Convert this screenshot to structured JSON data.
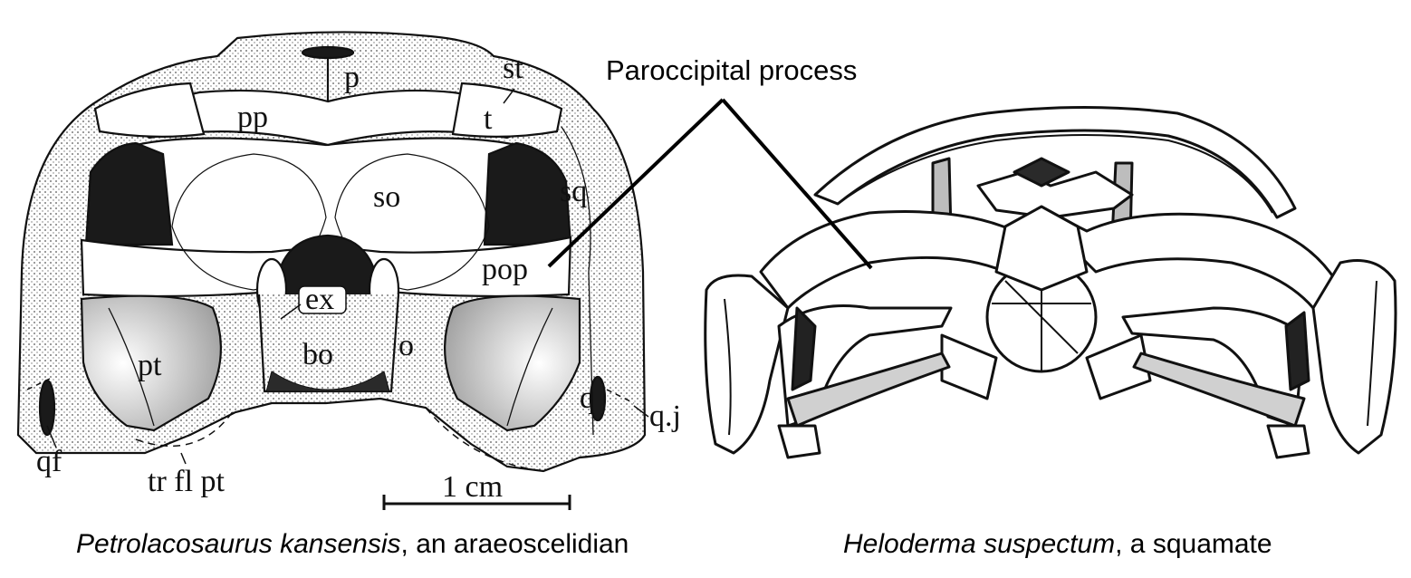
{
  "left_specimen": {
    "labels": {
      "p": "p",
      "st": "st",
      "pp": "pp",
      "t": "t",
      "so": "so",
      "sq": "sq",
      "pop": "pop",
      "ex": "ex",
      "bo": "bo",
      "o": "o",
      "pt": "pt",
      "q": "q",
      "qj": "q.j",
      "qf": "qf",
      "trflpt": "tr fl pt"
    },
    "scale_bar_label": "1 cm",
    "caption": {
      "species": "Petrolacosaurus kansensis",
      "rest": ", an araeoscelidian"
    }
  },
  "right_specimen": {
    "caption": {
      "species": "Heloderma suspectum",
      "rest": ", a squamate"
    }
  },
  "callout": {
    "label": "Paroccipital process"
  },
  "colors": {
    "ink": "#111111",
    "dark_fill": "#1a1a1a",
    "bone_fill": "#ffffff",
    "shade": "#8a8a8a",
    "light_shade": "#d9d9d9"
  }
}
